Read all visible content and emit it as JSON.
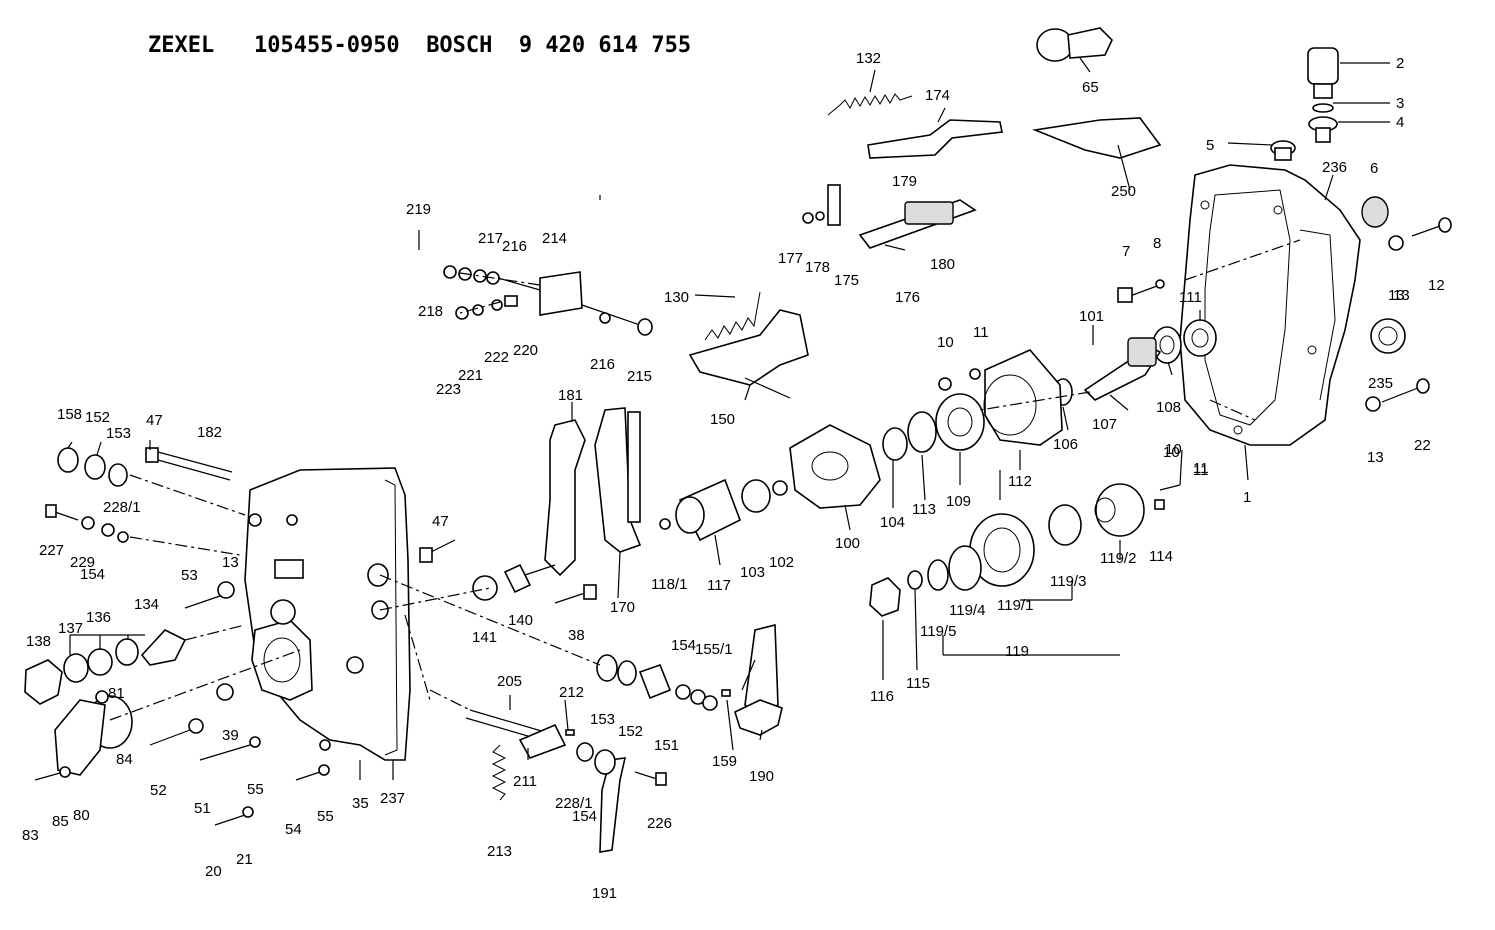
{
  "title": {
    "maker1": "ZEXEL",
    "number1": "105455-0950",
    "maker2": "BOSCH",
    "number2": "9 420 614 755"
  },
  "part_labels": [
    "1",
    "2",
    "3",
    "4",
    "5",
    "6",
    "7",
    "8",
    "10",
    "10",
    "10",
    "11",
    "11",
    "11",
    "12",
    "13",
    "13",
    "13",
    "13",
    "20",
    "21",
    "22",
    "35",
    "38",
    "39",
    "47",
    "47",
    "51",
    "52",
    "53",
    "54",
    "55",
    "55",
    "65",
    "80",
    "81",
    "83",
    "84",
    "85",
    "100",
    "101",
    "102",
    "103",
    "104",
    "106",
    "107",
    "108",
    "109",
    "111",
    "112",
    "113",
    "114",
    "115",
    "116",
    "117",
    "118/1",
    "119",
    "119/1",
    "119/2",
    "119/3",
    "119/4",
    "119/5",
    "130",
    "132",
    "134",
    "136",
    "137",
    "138",
    "140",
    "141",
    "150",
    "151",
    "152",
    "152",
    "153",
    "153",
    "154",
    "154",
    "154",
    "155/1",
    "158",
    "159",
    "170",
    "174",
    "175",
    "176",
    "177",
    "178",
    "179",
    "180",
    "181",
    "182",
    "190",
    "191",
    "205",
    "211",
    "212",
    "213",
    "214",
    "215",
    "216",
    "216",
    "217",
    "218",
    "219",
    "220",
    "221",
    "222",
    "223",
    "226",
    "227",
    "228/1",
    "228/1",
    "229",
    "235",
    "236",
    "237",
    "250"
  ]
}
